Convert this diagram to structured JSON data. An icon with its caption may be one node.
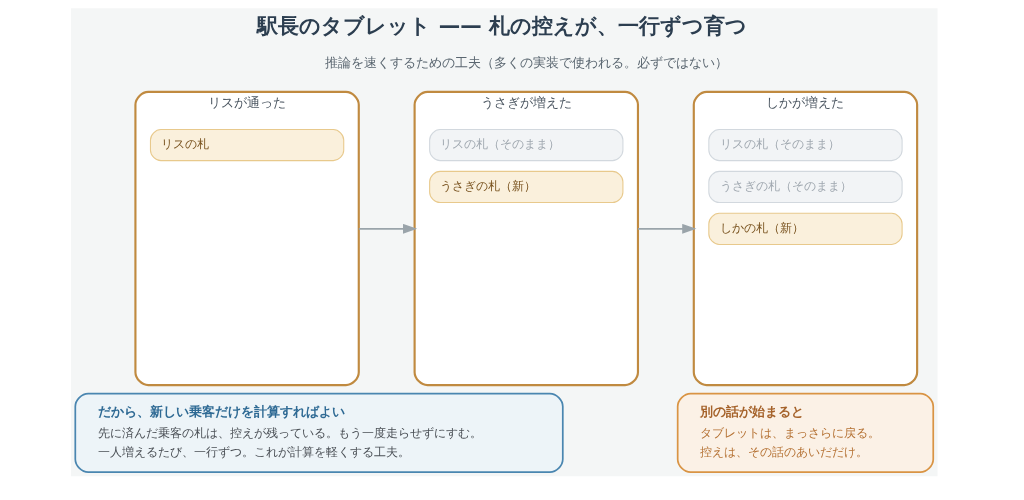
{
  "diagram": {
    "title": "駅長のタブレット —— 札の控えが、一行ずつ育つ",
    "nodes": [
      {
        "text": [
          "リスが通った"
        ]
      },
      {
        "text": [
          "リスの札"
        ],
        "in": 0
      },
      {
        "text": [
          "うさぎが増えた"
        ]
      },
      {
        "text": [
          "リスの札（そのまま）"
        ],
        "in": 2
      },
      {
        "text": [
          "うさぎの札（新）"
        ],
        "in": 2
      },
      {
        "text": [
          "しかが増えた"
        ]
      },
      {
        "text": [
          "リスの札（そのまま）"
        ],
        "in": 5
      },
      {
        "text": [
          "うさぎの札（そのまま）"
        ],
        "in": 5
      },
      {
        "text": [
          "しかの札（新）"
        ],
        "in": 5
      },
      {
        "text": [
          "だから、新しい乗客だけを計算すればよい",
          "先に済んだ乗客の札は、控えが残っている。もう一度走らせずにすむ。",
          "一人増えるたび、一行ずつ。これが計算を軽くする工夫。"
        ]
      },
      {
        "text": [
          "別の話が始まると",
          "タブレットは、まっさらに戻る。",
          "控えは、その話のあいだだけ。"
        ]
      }
    ],
    "edges": [
      {
        "from": 0,
        "to": 2,
        "arrow": "to"
      },
      {
        "from": 2,
        "to": 5,
        "arrow": "to"
      }
    ],
    "labels": [
      "推論を速くするための工夫（多くの実装で使われる。必ずではない）"
    ]
  }
}
